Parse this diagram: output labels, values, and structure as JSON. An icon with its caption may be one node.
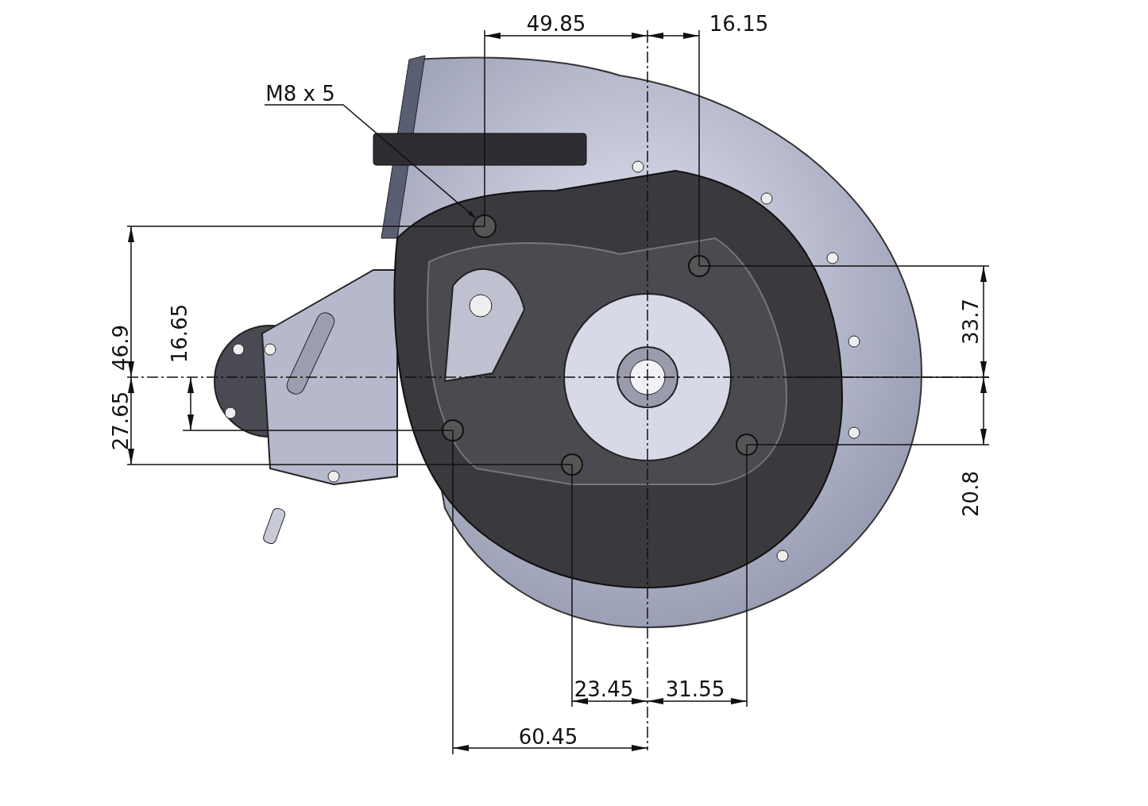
{
  "diagram": {
    "nodes": [
      {
        "text": [
          "M8 x 5"
        ]
      },
      {
        "text": [],
        "shape": "circle"
      }
    ],
    "edges": [
      {
        "from": 0,
        "to": 1,
        "arrow": "to"
      }
    ],
    "labels": [
      "49.85",
      "16.15",
      "33.7",
      "16.65",
      "46.9",
      "27.65",
      "20.8",
      "23.45",
      "31.55",
      "60.45"
    ]
  }
}
